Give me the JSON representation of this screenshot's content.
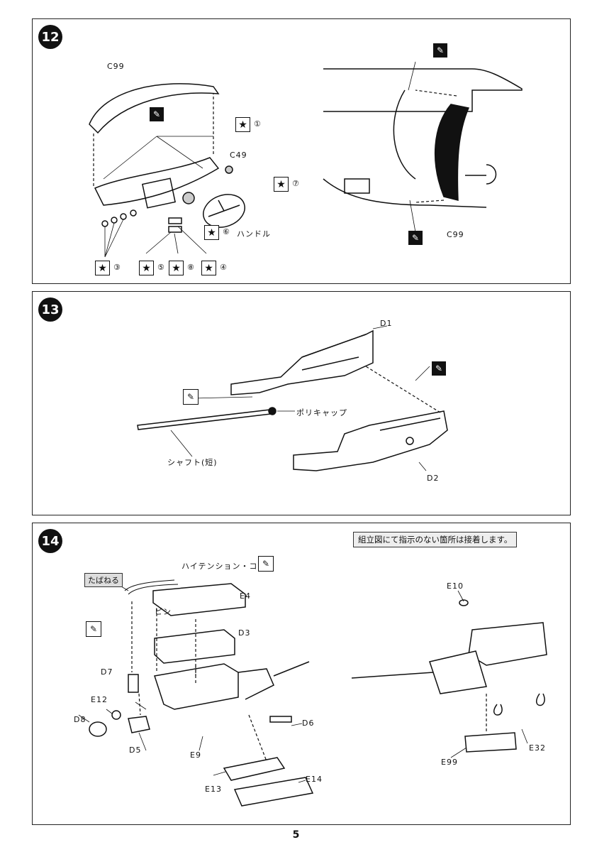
{
  "step12": {
    "number": "12",
    "labels": {
      "c99_top": "C99",
      "c49": "C49",
      "handle": "ハンドル",
      "c99_right": "C99"
    },
    "paint_marks": [
      "①",
      "③",
      "⑤",
      "⑧",
      "④",
      "⑥",
      "⑦"
    ]
  },
  "step13": {
    "number": "13",
    "labels": {
      "d1": "D1",
      "polycap": "ポリキャップ",
      "shaft": "シャフト(短)",
      "d2": "D2"
    }
  },
  "step14": {
    "number": "14",
    "note": "組立図にて指示のない箇所は接着します。",
    "labels": {
      "tabaneru": "たばねる",
      "hitension": "ハイテンション・コード",
      "pin": "ピン",
      "e4": "E4",
      "d3": "D3",
      "d7": "D7",
      "e12": "E12",
      "d8": "D8",
      "d5": "D5",
      "e9": "E9",
      "d6": "D6",
      "e13": "E13",
      "e14": "E14",
      "e10": "E10",
      "e32": "E32",
      "e99": "E99"
    }
  },
  "page_number": "5",
  "icons": {
    "paint": "paint-star-icon",
    "glue": "cement-tube-icon",
    "no_glue": "no-cement-icon"
  }
}
